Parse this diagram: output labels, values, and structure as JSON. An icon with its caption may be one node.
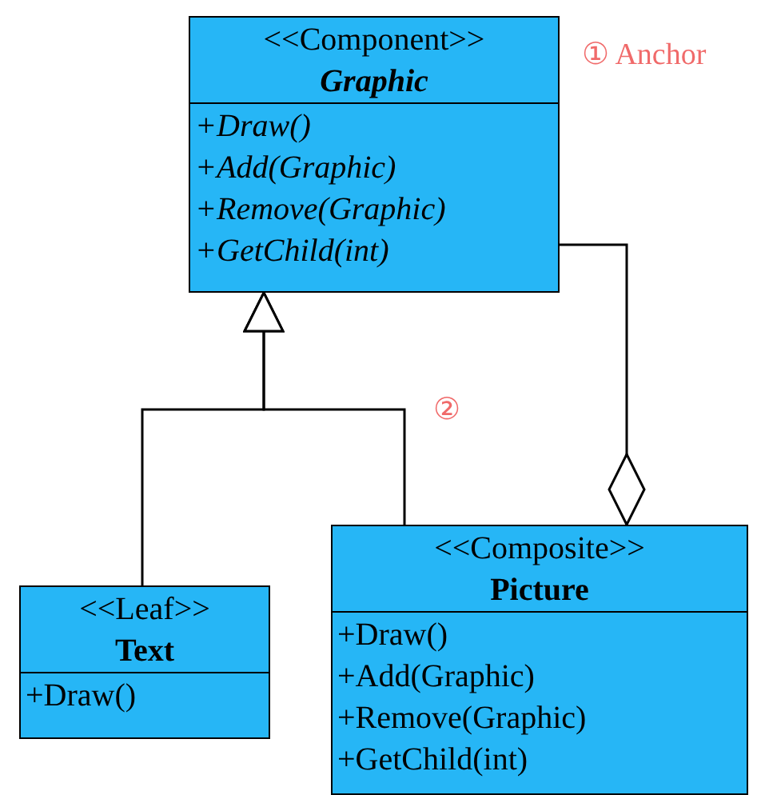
{
  "diagram": {
    "nodes": [
      {
        "text": [
          "<<Component>>",
          "Graphic",
          "+Draw()",
          "+Add(Graphic)",
          "+Remove(Graphic)",
          "+GetChild(int)"
        ]
      },
      {
        "text": [
          "<<Leaf>>",
          "Text",
          "+Draw()"
        ]
      },
      {
        "text": [
          "<<Composite>>",
          "Picture",
          "+Draw()",
          "+Add(Graphic)",
          "+Remove(Graphic)",
          "+GetChild(int)"
        ]
      }
    ],
    "edges": [
      {
        "from": 1,
        "to": 0,
        "arrow": "to"
      },
      {
        "from": 2,
        "to": 0,
        "arrow": "to"
      },
      {
        "from": 2,
        "to": 0,
        "arrow": "other"
      }
    ],
    "labels": [
      "① Anchor",
      "②"
    ]
  }
}
